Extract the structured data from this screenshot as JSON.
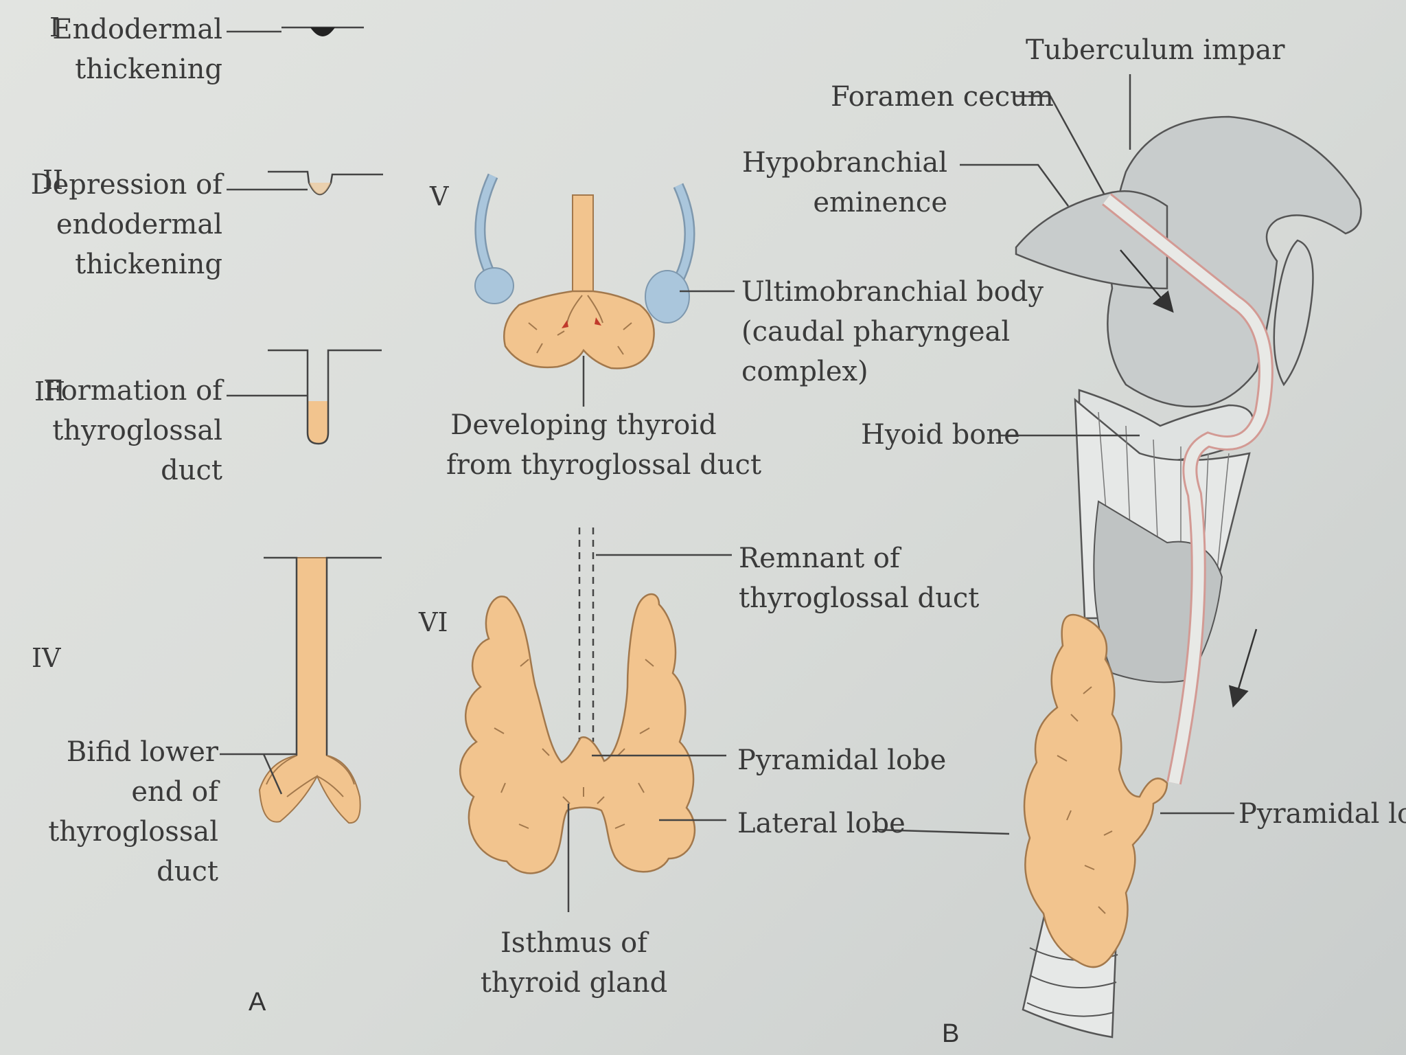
{
  "panels": {
    "a": "A",
    "b": "B"
  },
  "stages": {
    "i": {
      "numeral": "I",
      "lines": [
        "Endodermal",
        "thickening"
      ]
    },
    "ii": {
      "numeral": "II",
      "lines": [
        "Depression of",
        "endodermal",
        "thickening"
      ]
    },
    "iii": {
      "numeral": "III",
      "lines": [
        "Formation of",
        "thyroglossal",
        "duct"
      ]
    },
    "iv": {
      "numeral": "IV",
      "lines": [
        "Bifid lower",
        "end of",
        "thyroglossal",
        "duct"
      ]
    },
    "v": {
      "numeral": "V",
      "ultimobranchial": [
        "Ultimobranchial body",
        "(caudal pharyngeal",
        "complex)"
      ],
      "developing": [
        "Developing thyroid",
        "from thyroglossal duct"
      ]
    },
    "vi": {
      "numeral": "VI",
      "remnant": [
        "Remnant of",
        "thyroglossal duct"
      ],
      "pyramidal": "Pyramidal lobe",
      "lateral": "Lateral lobe",
      "isthmus": [
        "Isthmus of",
        "thyroid gland"
      ]
    }
  },
  "panel_b": {
    "tuberculum": "Tuberculum impar",
    "foramen": "Foramen cecum",
    "hypobranchial": [
      "Hypobranchial",
      "eminence"
    ],
    "hyoid": "Hyoid bone",
    "pyramidal": "Pyramidal lobe"
  },
  "colors": {
    "thyroid": "#f2c48e",
    "thyroid_edge": "#a2784c",
    "ultimobranchial": "#aac6dc",
    "duct_line": "#d39a94",
    "line": "#444444"
  }
}
